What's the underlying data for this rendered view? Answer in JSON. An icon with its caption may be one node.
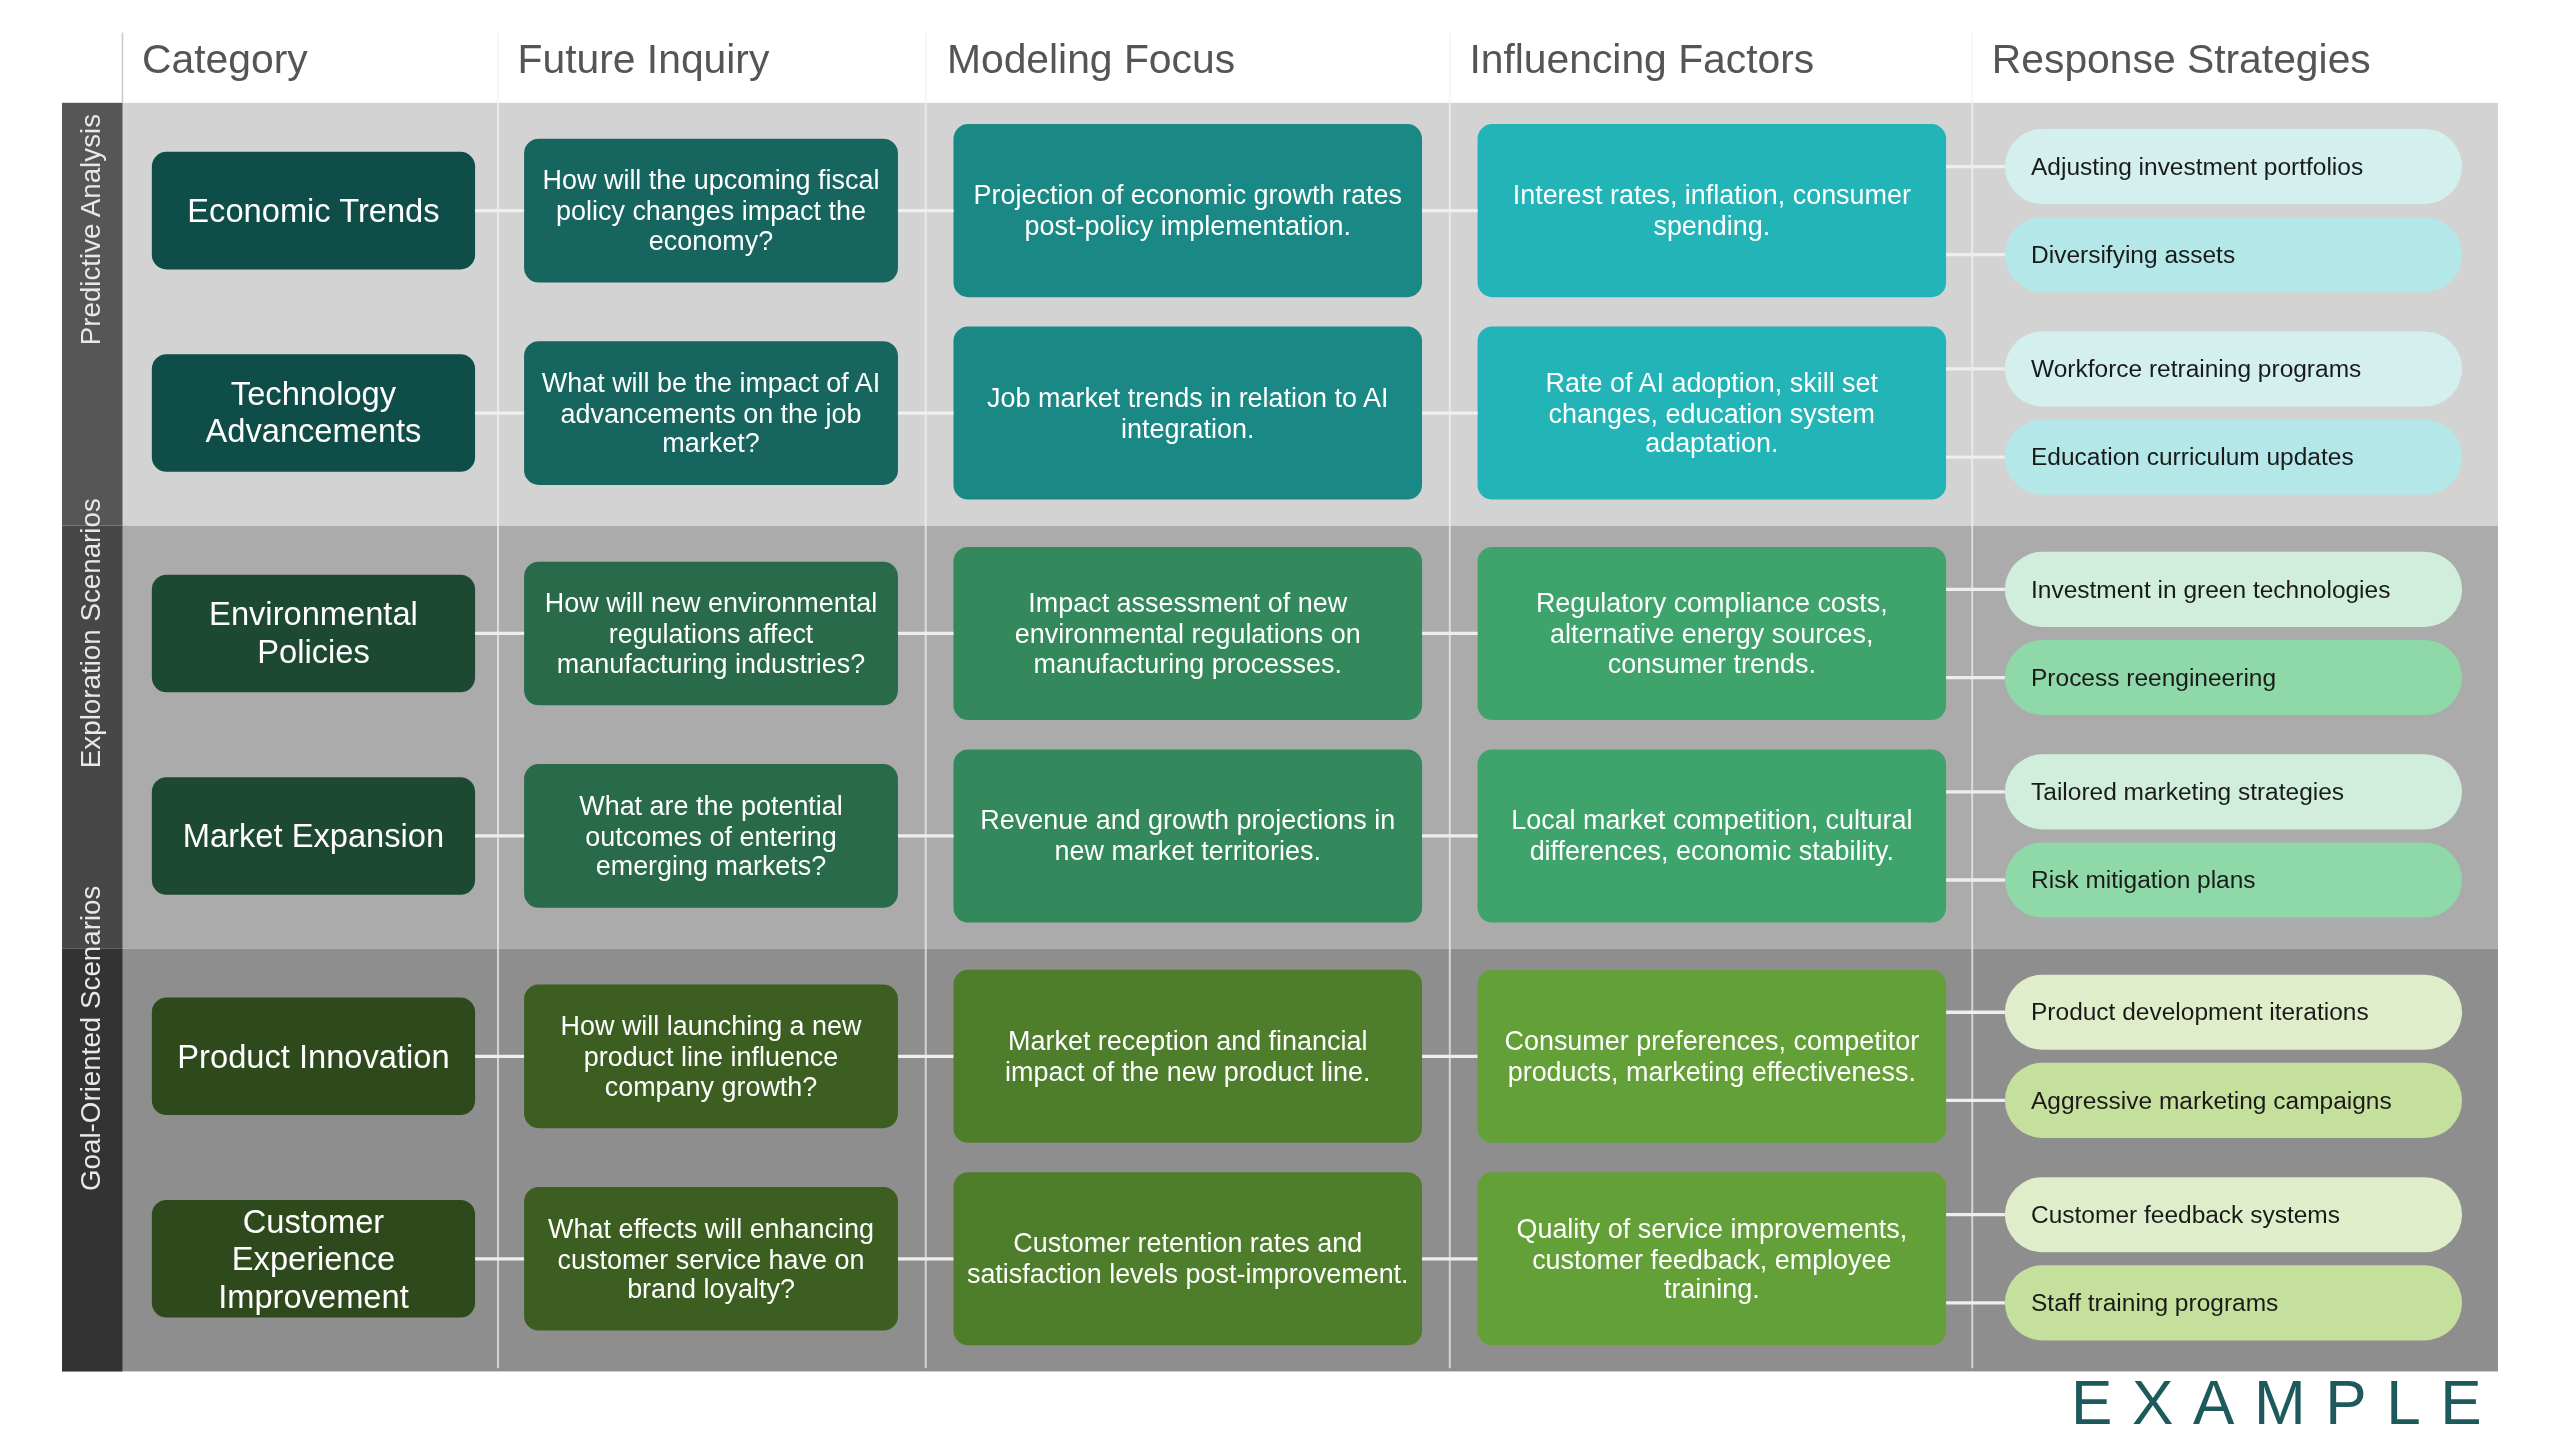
{
  "diagram": {
    "nodes": [
      {
        "text": [
          "Predictive Analysis"
        ]
      },
      {
        "text": [
          "Economic Trends"
        ],
        "in": 0
      },
      {
        "text": [
          "How will the upcoming fiscal policy changes impact the economy?"
        ],
        "in": 0
      },
      {
        "text": [
          "Projection of economic growth rates post-policy implementation."
        ],
        "in": 0
      },
      {
        "text": [
          "Interest rates, inflation, consumer spending."
        ],
        "in": 0
      },
      {
        "text": [
          "Adjusting investment portfolios"
        ],
        "in": 0
      },
      {
        "text": [
          "Diversifying assets"
        ],
        "in": 0
      },
      {
        "text": [
          "Technology Advancements"
        ],
        "in": 0
      },
      {
        "text": [
          "What will be the impact of AI advancements on the job market?"
        ],
        "in": 0
      },
      {
        "text": [
          "Job market trends in relation to AI integration."
        ],
        "in": 0
      },
      {
        "text": [
          "Rate of AI adoption, skill set changes, education system adaptation."
        ],
        "in": 0
      },
      {
        "text": [
          "Workforce retraining programs"
        ],
        "in": 0
      },
      {
        "text": [
          "Education curriculum updates"
        ],
        "in": 0
      },
      {
        "text": [
          "Exploration Scenarios"
        ]
      },
      {
        "text": [
          "Environmental Policies"
        ],
        "in": 13
      },
      {
        "text": [
          "How will new environmental regulations affect manufacturing industries?"
        ],
        "in": 13
      },
      {
        "text": [
          "Impact assessment of new environmental regulations on manufacturing processes."
        ],
        "in": 13
      },
      {
        "text": [
          "Regulatory compliance costs, alternative energy sources, consumer trends."
        ],
        "in": 13
      },
      {
        "text": [
          "Investment in green technologies"
        ],
        "in": 13
      },
      {
        "text": [
          "Process reengineering"
        ],
        "in": 13
      },
      {
        "text": [
          "Market Expansion"
        ],
        "in": 13
      },
      {
        "text": [
          "What are the potential outcomes of entering emerging markets?"
        ],
        "in": 13
      },
      {
        "text": [
          "Revenue and growth projections in new market territories."
        ],
        "in": 13
      },
      {
        "text": [
          "Local market competition, cultural differences, economic stability."
        ],
        "in": 13
      },
      {
        "text": [
          "Tailored marketing strategies"
        ],
        "in": 13
      },
      {
        "text": [
          "Risk mitigation plans"
        ],
        "in": 13
      },
      {
        "text": [
          "Goal-Oriented Scenarios"
        ]
      },
      {
        "text": [
          "Product Innovation"
        ],
        "in": 26
      },
      {
        "text": [
          "How will launching a new product line influence company growth?"
        ],
        "in": 26
      },
      {
        "text": [
          "Market reception and financial impact of the new product line."
        ],
        "in": 26
      },
      {
        "text": [
          "Consumer preferences, competitor products, marketing effectiveness."
        ],
        "in": 26
      },
      {
        "text": [
          "Product development iterations"
        ],
        "in": 26
      },
      {
        "text": [
          "Aggressive marketing campaigns"
        ],
        "in": 26
      },
      {
        "text": [
          "Customer Experience Improvement"
        ],
        "in": 26
      },
      {
        "text": [
          "What effects will enhancing customer service have on brand loyalty?"
        ],
        "in": 26
      },
      {
        "text": [
          "Customer retention rates and satisfaction levels post-improvement."
        ],
        "in": 26
      },
      {
        "text": [
          "Quality of service improvements, customer feedback, employee training."
        ],
        "in": 26
      },
      {
        "text": [
          "Customer feedback systems"
        ],
        "in": 26
      },
      {
        "text": [
          "Staff training programs"
        ],
        "in": 26
      }
    ],
    "edges": [
      {
        "from": 1,
        "to": 2,
        "arrow": "none"
      },
      {
        "from": 2,
        "to": 3,
        "arrow": "none"
      },
      {
        "from": 3,
        "to": 4,
        "arrow": "none"
      },
      {
        "from": 4,
        "to": 5,
        "arrow": "none"
      },
      {
        "from": 4,
        "to": 6,
        "arrow": "none"
      },
      {
        "from": 7,
        "to": 8,
        "arrow": "none"
      },
      {
        "from": 8,
        "to": 9,
        "arrow": "none"
      },
      {
        "from": 9,
        "to": 10,
        "arrow": "none"
      },
      {
        "from": 10,
        "to": 11,
        "arrow": "none"
      },
      {
        "from": 10,
        "to": 12,
        "arrow": "none"
      },
      {
        "from": 14,
        "to": 15,
        "arrow": "none"
      },
      {
        "from": 15,
        "to": 16,
        "arrow": "none"
      },
      {
        "from": 16,
        "to": 17,
        "arrow": "none"
      },
      {
        "from": 17,
        "to": 18,
        "arrow": "none"
      },
      {
        "from": 17,
        "to": 19,
        "arrow": "none"
      },
      {
        "from": 20,
        "to": 21,
        "arrow": "none"
      },
      {
        "from": 21,
        "to": 22,
        "arrow": "none"
      },
      {
        "from": 22,
        "to": 23,
        "arrow": "none"
      },
      {
        "from": 23,
        "to": 24,
        "arrow": "none"
      },
      {
        "from": 23,
        "to": 25,
        "arrow": "none"
      },
      {
        "from": 27,
        "to": 28,
        "arrow": "none"
      },
      {
        "from": 28,
        "to": 29,
        "arrow": "none"
      },
      {
        "from": 29,
        "to": 30,
        "arrow": "none"
      },
      {
        "from": 30,
        "to": 31,
        "arrow": "none"
      },
      {
        "from": 30,
        "to": 32,
        "arrow": "none"
      },
      {
        "from": 33,
        "to": 34,
        "arrow": "none"
      },
      {
        "from": 34,
        "to": 35,
        "arrow": "none"
      },
      {
        "from": 35,
        "to": 36,
        "arrow": "none"
      },
      {
        "from": 36,
        "to": 37,
        "arrow": "none"
      },
      {
        "from": 36,
        "to": 38,
        "arrow": "none"
      }
    ],
    "labels": [
      "Category",
      "Future Inquiry",
      "Modeling Focus",
      "Influencing Factors",
      "Response Strategies",
      "EXAMPLE"
    ]
  }
}
